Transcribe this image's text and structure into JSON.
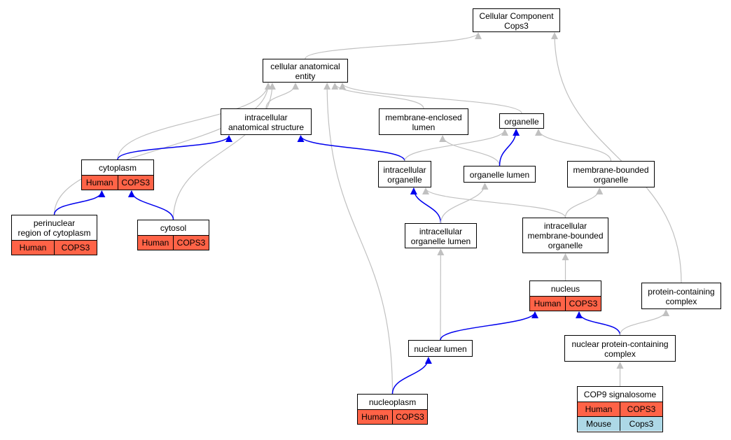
{
  "colors": {
    "is_a_edge": "#c0c0c0",
    "part_of_edge": "#0000ee",
    "human_cell": "#ff6347",
    "mouse_cell": "#add8e6"
  },
  "nodes": [
    {
      "id": "cellular_component",
      "label": "Cellular Component\nCops3",
      "rows": []
    },
    {
      "id": "cellular_anatomical_entity",
      "label": "cellular anatomical\nentity",
      "rows": []
    },
    {
      "id": "intracellular_anatomical_structure",
      "label": "intracellular\nanatomical structure",
      "rows": []
    },
    {
      "id": "membrane_enclosed_lumen",
      "label": "membrane-enclosed\nlumen",
      "rows": []
    },
    {
      "id": "organelle",
      "label": "organelle",
      "rows": []
    },
    {
      "id": "cytoplasm",
      "label": "cytoplasm",
      "rows": [
        {
          "species": "Human",
          "gene": "COPS3"
        }
      ]
    },
    {
      "id": "intracellular_organelle",
      "label": "intracellular\norganelle",
      "rows": []
    },
    {
      "id": "organelle_lumen",
      "label": "organelle lumen",
      "rows": []
    },
    {
      "id": "membrane_bounded_organelle",
      "label": "membrane-bounded\norganelle",
      "rows": []
    },
    {
      "id": "perinuclear_region",
      "label": "perinuclear\nregion of cytoplasm",
      "rows": [
        {
          "species": "Human",
          "gene": "COPS3"
        }
      ]
    },
    {
      "id": "cytosol",
      "label": "cytosol",
      "rows": [
        {
          "species": "Human",
          "gene": "COPS3"
        }
      ]
    },
    {
      "id": "intracellular_organelle_lumen",
      "label": "intracellular\norganelle lumen",
      "rows": []
    },
    {
      "id": "intracellular_membrane_bounded_organelle",
      "label": "intracellular\nmembrane-bounded\norganelle",
      "rows": []
    },
    {
      "id": "nucleus",
      "label": "nucleus",
      "rows": [
        {
          "species": "Human",
          "gene": "COPS3"
        }
      ]
    },
    {
      "id": "protein_containing_complex",
      "label": "protein-containing\ncomplex",
      "rows": []
    },
    {
      "id": "nuclear_lumen",
      "label": "nuclear lumen",
      "rows": []
    },
    {
      "id": "nuclear_protein_containing_complex",
      "label": "nuclear protein-containing\ncomplex",
      "rows": []
    },
    {
      "id": "nucleoplasm",
      "label": "nucleoplasm",
      "rows": [
        {
          "species": "Human",
          "gene": "COPS3"
        }
      ]
    },
    {
      "id": "cop9_signalosome",
      "label": "COP9 signalosome",
      "rows": [
        {
          "species": "Human",
          "gene": "COPS3"
        },
        {
          "species": "Mouse",
          "gene": "Cops3"
        }
      ]
    }
  ],
  "edges": [
    {
      "from": "cellular_anatomical_entity",
      "to": "cellular_component",
      "type": "is_a"
    },
    {
      "from": "protein_containing_complex",
      "to": "cellular_component",
      "type": "is_a"
    },
    {
      "from": "intracellular_anatomical_structure",
      "to": "cellular_anatomical_entity",
      "type": "is_a"
    },
    {
      "from": "membrane_enclosed_lumen",
      "to": "cellular_anatomical_entity",
      "type": "is_a"
    },
    {
      "from": "organelle",
      "to": "cellular_anatomical_entity",
      "type": "is_a"
    },
    {
      "from": "cytoplasm",
      "to": "cellular_anatomical_entity",
      "type": "is_a"
    },
    {
      "from": "perinuclear_region",
      "to": "cellular_anatomical_entity",
      "type": "is_a"
    },
    {
      "from": "cytosol",
      "to": "cellular_anatomical_entity",
      "type": "is_a"
    },
    {
      "from": "nucleoplasm",
      "to": "cellular_anatomical_entity",
      "type": "is_a"
    },
    {
      "from": "cytoplasm",
      "to": "intracellular_anatomical_structure",
      "type": "part_of"
    },
    {
      "from": "intracellular_organelle",
      "to": "intracellular_anatomical_structure",
      "type": "part_of"
    },
    {
      "from": "intracellular_organelle",
      "to": "organelle",
      "type": "is_a"
    },
    {
      "from": "organelle_lumen",
      "to": "membrane_enclosed_lumen",
      "type": "is_a"
    },
    {
      "from": "organelle_lumen",
      "to": "organelle",
      "type": "part_of"
    },
    {
      "from": "membrane_bounded_organelle",
      "to": "organelle",
      "type": "is_a"
    },
    {
      "from": "perinuclear_region",
      "to": "cytoplasm",
      "type": "part_of"
    },
    {
      "from": "cytosol",
      "to": "cytoplasm",
      "type": "part_of"
    },
    {
      "from": "intracellular_organelle_lumen",
      "to": "intracellular_organelle",
      "type": "part_of"
    },
    {
      "from": "intracellular_organelle_lumen",
      "to": "organelle_lumen",
      "type": "is_a"
    },
    {
      "from": "intracellular_membrane_bounded_organelle",
      "to": "intracellular_organelle",
      "type": "is_a"
    },
    {
      "from": "intracellular_membrane_bounded_organelle",
      "to": "membrane_bounded_organelle",
      "type": "is_a"
    },
    {
      "from": "nucleus",
      "to": "intracellular_membrane_bounded_organelle",
      "type": "is_a"
    },
    {
      "from": "nuclear_lumen",
      "to": "intracellular_organelle_lumen",
      "type": "is_a"
    },
    {
      "from": "nuclear_lumen",
      "to": "nucleus",
      "type": "part_of"
    },
    {
      "from": "nuclear_protein_containing_complex",
      "to": "nucleus",
      "type": "part_of"
    },
    {
      "from": "nuclear_protein_containing_complex",
      "to": "protein_containing_complex",
      "type": "is_a"
    },
    {
      "from": "nucleoplasm",
      "to": "nuclear_lumen",
      "type": "part_of"
    },
    {
      "from": "cop9_signalosome",
      "to": "nuclear_protein_containing_complex",
      "type": "is_a"
    }
  ]
}
